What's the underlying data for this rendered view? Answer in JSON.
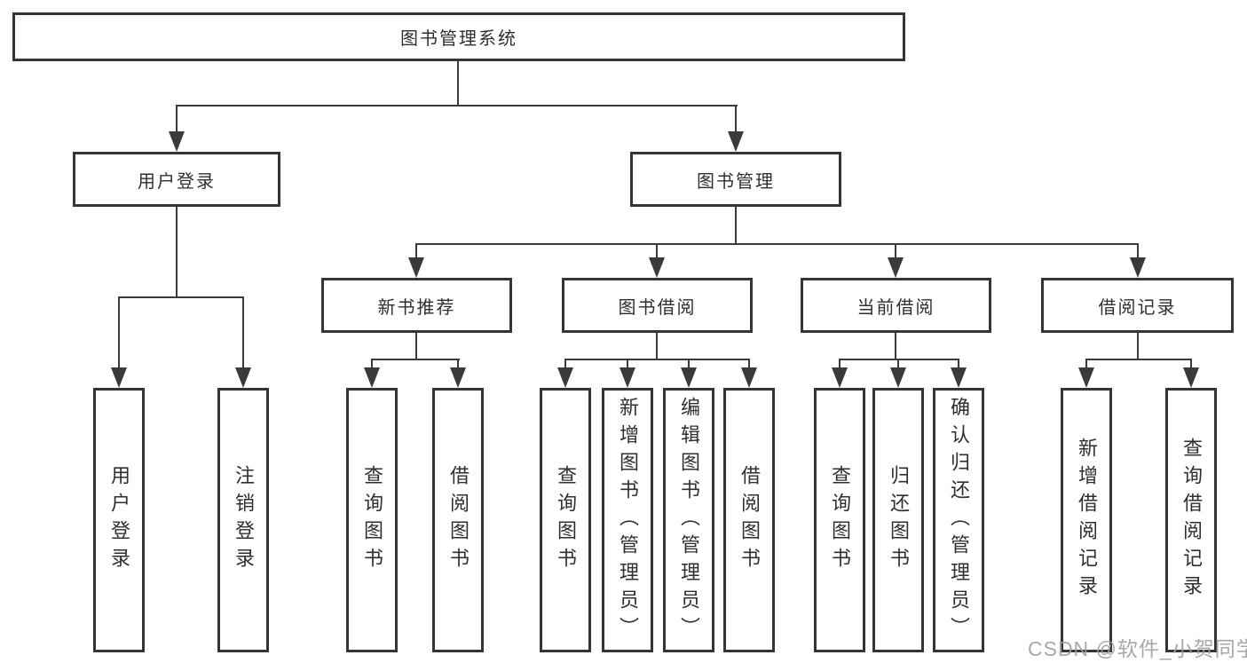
{
  "tree": {
    "root": "图书管理系统",
    "user_login": {
      "label": "用户登录",
      "children": [
        "用户登录",
        "注销登录"
      ]
    },
    "book_management": {
      "label": "图书管理",
      "children": [
        {
          "label": "新书推荐",
          "children": [
            "查询图书",
            "借阅图书"
          ]
        },
        {
          "label": "图书借阅",
          "children": [
            "查询图书",
            "新增图书（管理员）",
            "编辑图书（管理员）",
            "借阅图书"
          ]
        },
        {
          "label": "当前借阅",
          "children": [
            "查询图书",
            "归还图书",
            "确认归还（管理员）"
          ]
        },
        {
          "label": "借阅记录",
          "children": [
            "新增借阅记录",
            "查询借阅记录"
          ]
        }
      ]
    }
  },
  "watermark": "CSDN @软件_小贺同学",
  "colors": {
    "line": "#3a3a3a",
    "border": "#353535",
    "text": "#2f2f2f",
    "watermark": "#9e9e9e",
    "background": "#ffffff"
  }
}
